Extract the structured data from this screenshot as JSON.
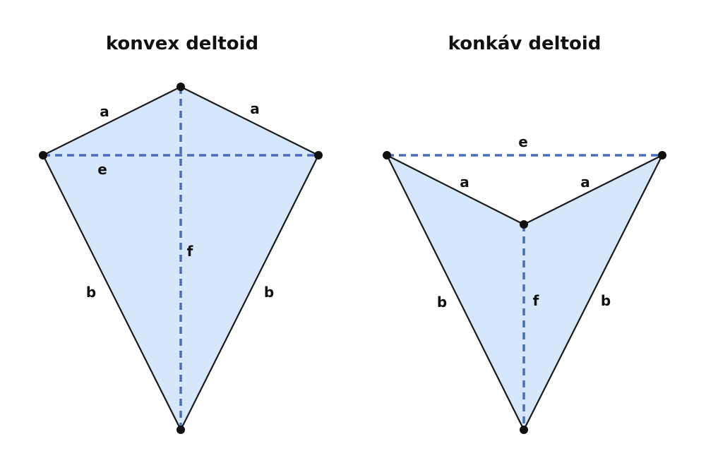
{
  "colors": {
    "kite_fill": "#d6e6fb",
    "diagonal": "#4a6fb8",
    "edge": "#1a1a1a",
    "vertex": "#111111"
  },
  "convex": {
    "title": "konvex deltoid",
    "labels": {
      "a_left": "a",
      "a_right": "a",
      "e": "e",
      "f": "f",
      "b_left": "b",
      "b_right": "b"
    }
  },
  "concave": {
    "title": "konkáv deltoid",
    "labels": {
      "e": "e",
      "a_left": "a",
      "a_right": "a",
      "f": "f",
      "b_left": "b",
      "b_right": "b"
    }
  }
}
